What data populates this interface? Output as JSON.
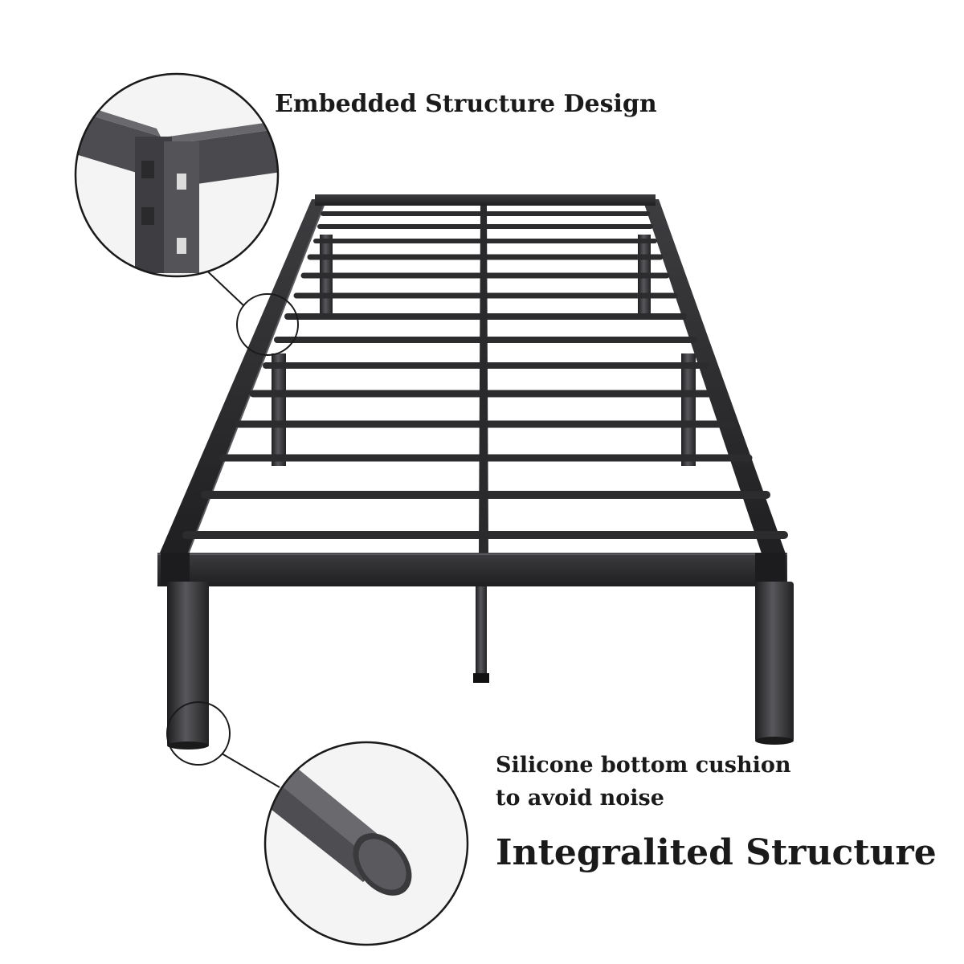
{
  "captions": {
    "embedded_structure": "Embedded Structure Design",
    "silicone_line1": "Silicone bottom cushion",
    "silicone_line2": "to avoid noise",
    "integrated_structure": "Integralited Structure"
  },
  "colors": {
    "background": "#ffffff",
    "frame": "#2a2a2c",
    "frame_highlight": "#4a4a4e",
    "callout_line": "#1a1a1a"
  },
  "icons": [
    "joint-closeup",
    "foot-cap-closeup"
  ]
}
